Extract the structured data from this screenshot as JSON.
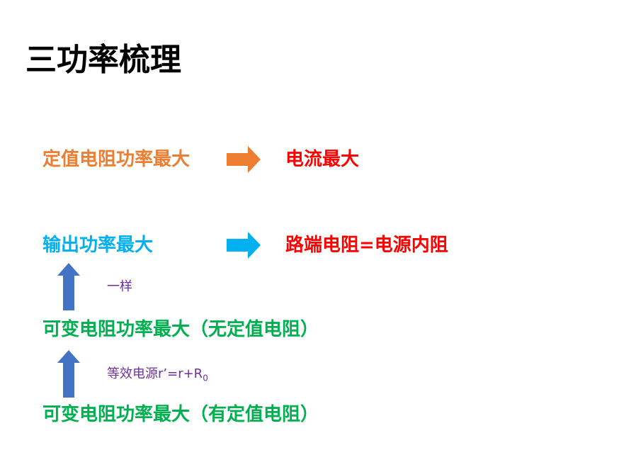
{
  "title": "三功率梳理",
  "rows": {
    "fixed_resistor": "定值电阻功率最大",
    "current_max": "电流最大",
    "output_power": "输出功率最大",
    "condition": "路端电阻=电源内阻",
    "variable_no_fixed": "可变电阻功率最大（无定值电阻）",
    "variable_with_fixed": "可变电阻功率最大（有定值电阻）"
  },
  "notes": {
    "same": "一样",
    "equivalent_prefix": "等效电源r’=r+R",
    "equivalent_sub": "0"
  },
  "colors": {
    "orange": "#ED7D31",
    "red": "#FF0000",
    "cyan": "#00B0F0",
    "green": "#00B050",
    "purple": "#7030A0",
    "arrow_blue": "#4472C4"
  }
}
